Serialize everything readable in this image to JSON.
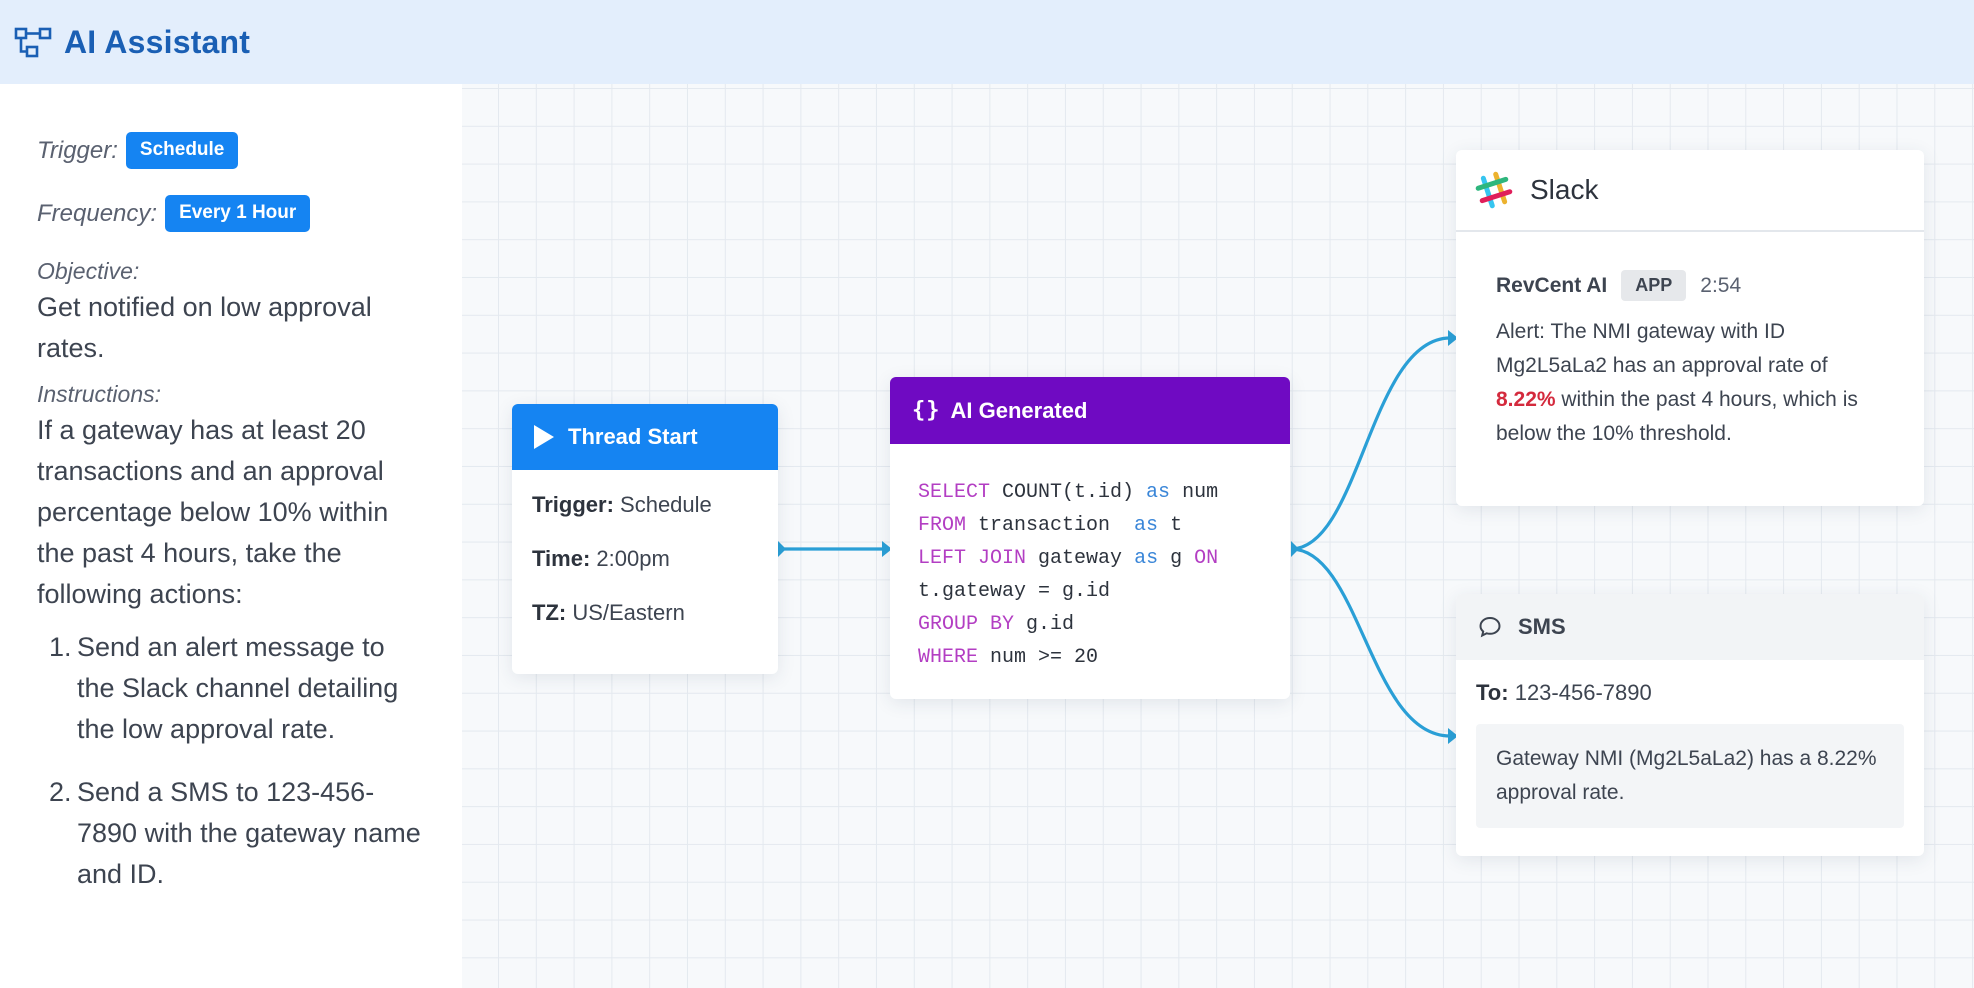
{
  "header": {
    "title": "AI Assistant",
    "logo_icon": "workflow-icon"
  },
  "sidebar": {
    "trigger_label": "Trigger:",
    "trigger_value": "Schedule",
    "frequency_label": "Frequency:",
    "frequency_value": "Every 1 Hour",
    "objective_label": "Objective:",
    "objective_text": "Get notified on low approval rates.",
    "instructions_label": "Instructions:",
    "instructions_text": "If a gateway has at least 20 transactions and an approval percentage below 10% within the past 4 hours, take the following actions:",
    "actions": [
      {
        "num": "1.",
        "text": "Send an alert message to the Slack channel detailing the low approval rate."
      },
      {
        "num": "2.",
        "text": "Send a SMS to 123-456-7890 with the gateway name and ID."
      }
    ]
  },
  "thread_start": {
    "title": "Thread Start",
    "trigger_label": "Trigger:",
    "trigger_value": "Schedule",
    "time_label": "Time:",
    "time_value": "2:00pm",
    "tz_label": "TZ:",
    "tz_value": "US/Eastern"
  },
  "ai_generated": {
    "title": "AI Generated",
    "icon": "{}",
    "sql": {
      "l1_kw": "SELECT",
      "l1_mid": " COUNT(t.id) ",
      "l1_as": "as",
      "l1_end": " num",
      "l2_kw": "FROM",
      "l2_mid": " transaction  ",
      "l2_as": "as",
      "l2_end": " t",
      "l3_kw": "LEFT JOIN",
      "l3_mid": " gateway ",
      "l3_as": "as",
      "l3_mid2": " g ",
      "l3_on": "ON",
      "l4": "t.gateway = g.id",
      "l5_kw": "GROUP BY",
      "l5_end": " g.id",
      "l6_kw": "WHERE",
      "l6_end": " num >= 20"
    }
  },
  "slack": {
    "title": "Slack",
    "sender": "RevCent AI",
    "app_badge": "APP",
    "time": "2:54",
    "msg_before": "Alert: The NMI gateway with ID Mg2L5aLa2 has an approval rate of ",
    "msg_pct": "8.22%",
    "msg_after": " within the past 4 hours, which is below the 10% threshold."
  },
  "sms": {
    "title": "SMS",
    "to_label": "To:",
    "to_value": "123-456-7890",
    "message": "Gateway NMI (Mg2L5aLa2) has a 8.22% approval rate."
  },
  "colors": {
    "accent_blue": "#1584f2",
    "ai_purple": "#6f0ac2",
    "connector": "#2a9fd6",
    "alert_red": "#d42a3d"
  }
}
